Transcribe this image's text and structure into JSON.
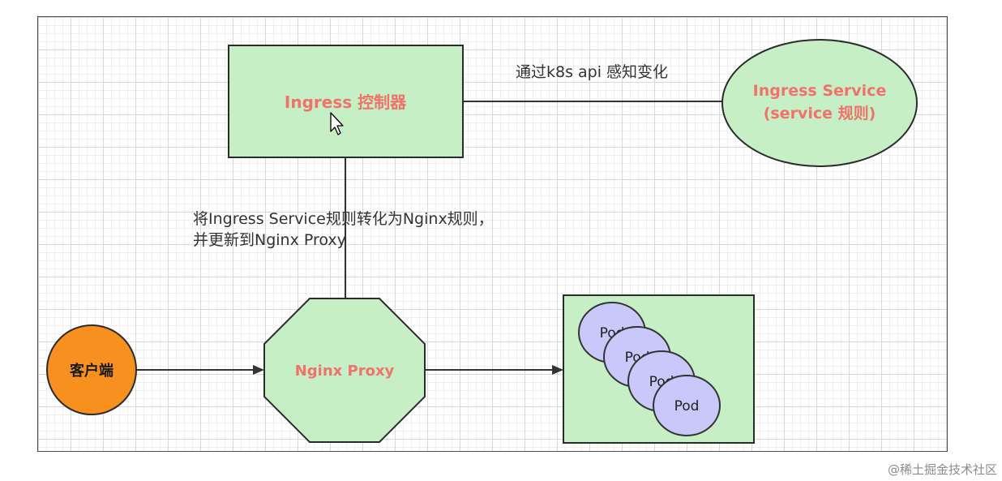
{
  "nodes": {
    "controller": {
      "label": "Ingress 控制器"
    },
    "ingress_service": {
      "line1": "Ingress Service",
      "line2": "(service 规则)"
    },
    "nginx_proxy": {
      "label": "Nginx Proxy"
    },
    "client": {
      "label": "客户端"
    },
    "pods": {
      "label": "Pod",
      "count": 4
    }
  },
  "edges": {
    "k8s_api_label": "通过k8s api 感知变化",
    "update_label_line1": "将Ingress Service规则转化为Nginx规则，",
    "update_label_line2": "并更新到Nginx Proxy"
  },
  "watermark": "@稀土掘金技术社区",
  "colors": {
    "box_fill": "#c6efc6",
    "label_red": "#f1716b",
    "client_fill": "#f7901e",
    "pod_fill": "#c8c8fa",
    "pod_stroke": "#333333",
    "edge": "#333333"
  }
}
